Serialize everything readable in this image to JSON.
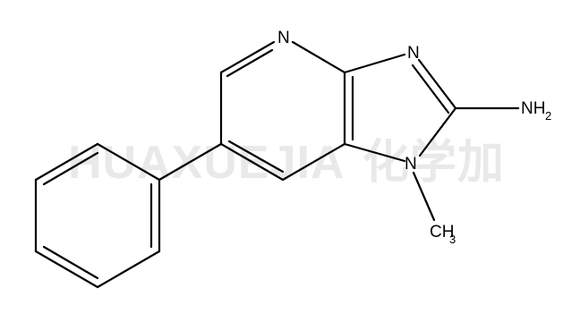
{
  "watermark": {
    "text": "HUAXUEJIA",
    "cn": "化学加",
    "color": "#e9e9e9"
  },
  "atoms": {
    "n_pyridine": "N",
    "n3": "N",
    "n1": "N",
    "nh2_main": "NH",
    "nh2_sub": "2",
    "ch3_main": "CH",
    "ch3_sub": "3"
  }
}
